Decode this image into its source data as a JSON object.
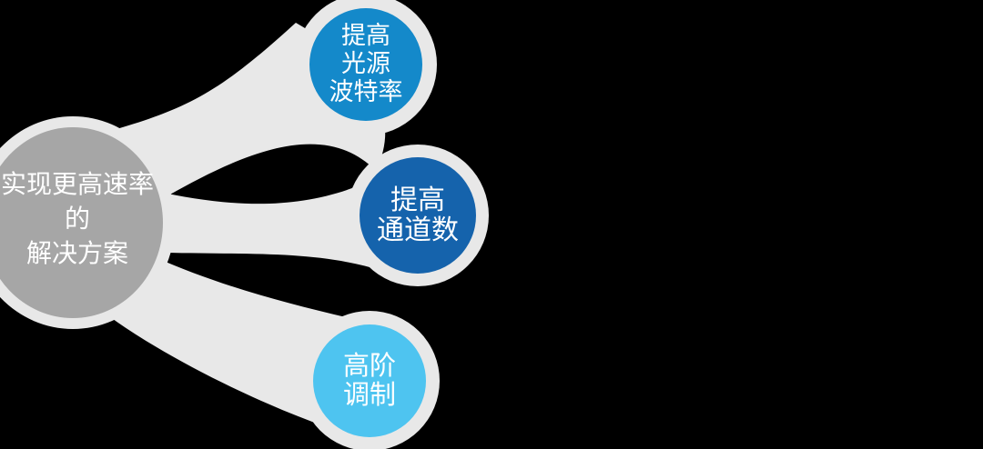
{
  "palette": {
    "background": "#000000",
    "halo": "#E8E8E8",
    "hub": "#A6A6A6",
    "text": "#FFFFFF"
  },
  "hub": {
    "label": "实现更高速率\n的\n解决方案",
    "color": "#A6A6A6"
  },
  "nodes": [
    {
      "id": "increase-source-baud-rate",
      "label": "提高\n光源\n波特率",
      "color": "#1489CA"
    },
    {
      "id": "increase-channel-count",
      "label": "提高\n通道数",
      "color": "#1563AC"
    },
    {
      "id": "higher-order-modulation",
      "label": "高阶\n调制",
      "color": "#4EC4F0"
    }
  ]
}
